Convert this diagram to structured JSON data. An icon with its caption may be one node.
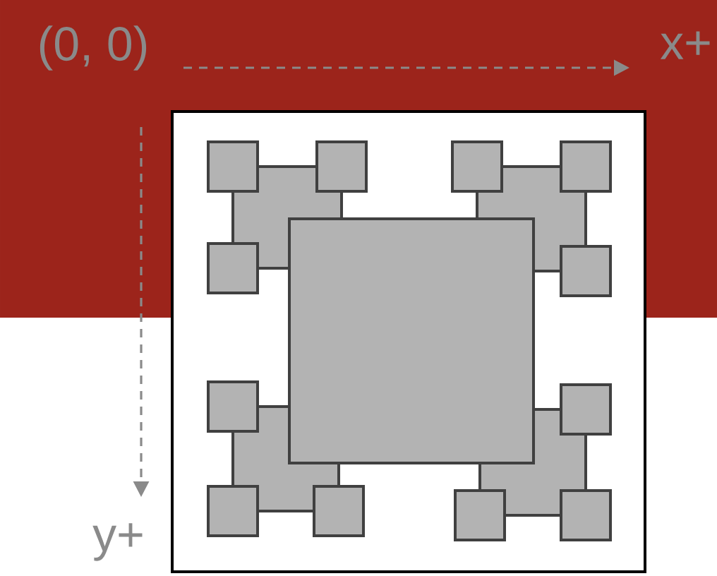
{
  "diagram": {
    "labels": [
      "(0, 0)",
      "x+",
      "y+"
    ]
  }
}
